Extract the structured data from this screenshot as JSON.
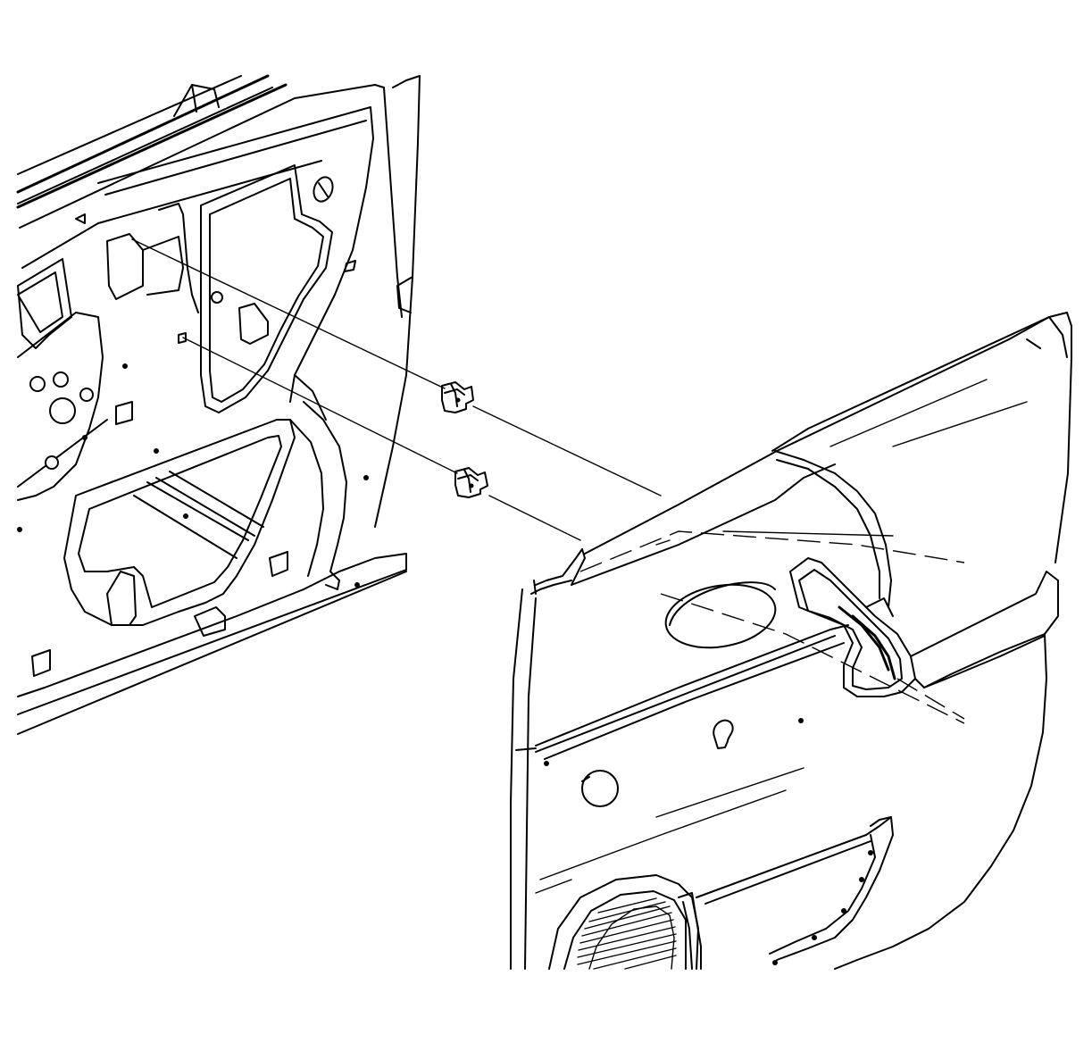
{
  "figure": {
    "description_visible_text": "",
    "components": [
      "door-inner-panel",
      "door-trim-panel",
      "retainer-clip-upper",
      "retainer-clip-lower",
      "leader-line-upper",
      "leader-line-lower",
      "speaker-grille",
      "door-handle-bezel",
      "armrest"
    ]
  }
}
